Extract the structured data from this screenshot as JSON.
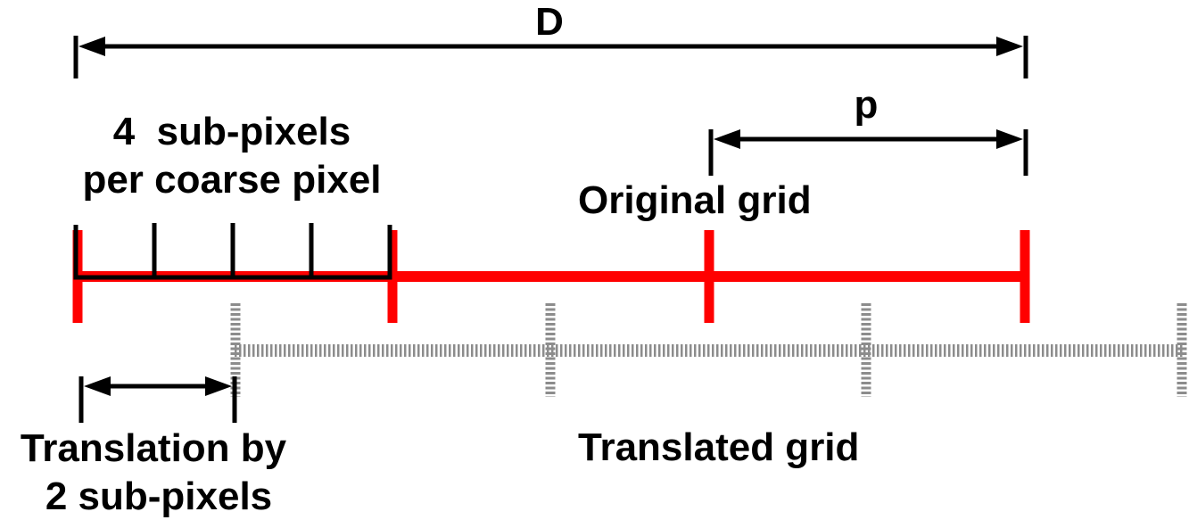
{
  "labels": {
    "D": "D",
    "p": "p",
    "subpixels_line1": "4  sub-pixels",
    "subpixels_line2": "per coarse pixel",
    "original_grid": "Original grid",
    "translated_grid": "Translated grid",
    "translation_line1": "Translation by",
    "translation_line2": "2 sub-pixels"
  },
  "colors": {
    "original_grid": "#ff0000",
    "translated_grid": "#8c8c8c",
    "annotation": "#000000"
  }
}
